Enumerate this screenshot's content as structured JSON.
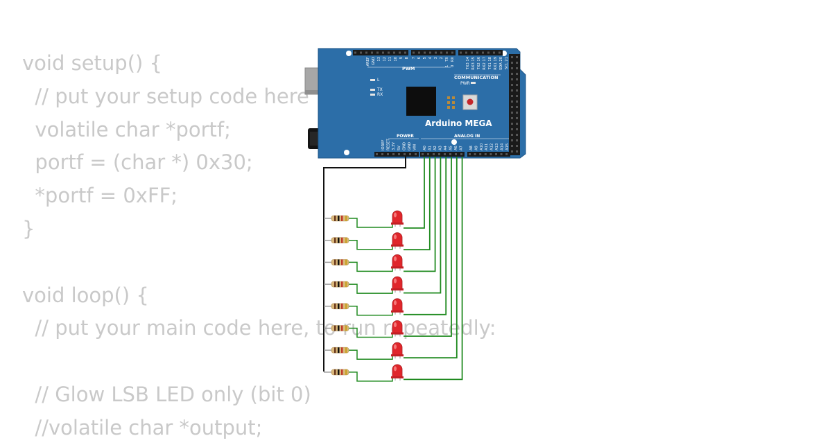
{
  "code_lines": [
    "void setup() {",
    "  // put your setup code here",
    "  volatile char *portf;",
    "  portf = (char *) 0x30;",
    "  *portf = 0xFF;",
    "}",
    "",
    "void loop() {",
    "  // put your main code here, to run repeatedly:",
    "",
    "  // Glow LSB LED only (bit 0)",
    "  //volatile char *output;"
  ],
  "board": {
    "name": "Arduino MEGA",
    "pwm_label": "PWM",
    "communication_label": "COMMUNICATION",
    "power_label": "POWER",
    "analog_label": "ANALOG IN",
    "pwr_led_label": "PWR",
    "led_l_label": "L",
    "tx_label": "TX",
    "rx_label": "RX",
    "top_left_pins": [
      "AREF",
      "GND",
      "13",
      "12",
      "11",
      "10",
      "9",
      "8"
    ],
    "top_mid_pins": [
      "7",
      "6",
      "5",
      "4",
      "3",
      "2"
    ],
    "top_txrx": [
      "TX",
      "RX"
    ],
    "top_txrx_nums": [
      "1",
      "0"
    ],
    "top_comm_pins": [
      "TX3 14",
      "RX3 15",
      "TX2 16",
      "RX2 17",
      "TX1 18",
      "RX1 19",
      "SDA 20",
      "SCL 21"
    ],
    "power_pins": [
      "IOREF",
      "RESET",
      "3.3V",
      "5V",
      "GND",
      "GND",
      "VIN"
    ],
    "analog_pins": [
      "A0",
      "A1",
      "A2",
      "A3",
      "A4",
      "A5",
      "A6",
      "A7",
      "A8",
      "A9",
      "A10",
      "A11",
      "A12",
      "A13",
      "A14",
      "A15"
    ],
    "colors": {
      "pcb": "#2c6ea8",
      "wire_green": "#1f8a1f",
      "wire_black": "#111111",
      "led": "#e0262b"
    }
  },
  "circuit": {
    "led_count": 8,
    "resistor_count": 8
  }
}
